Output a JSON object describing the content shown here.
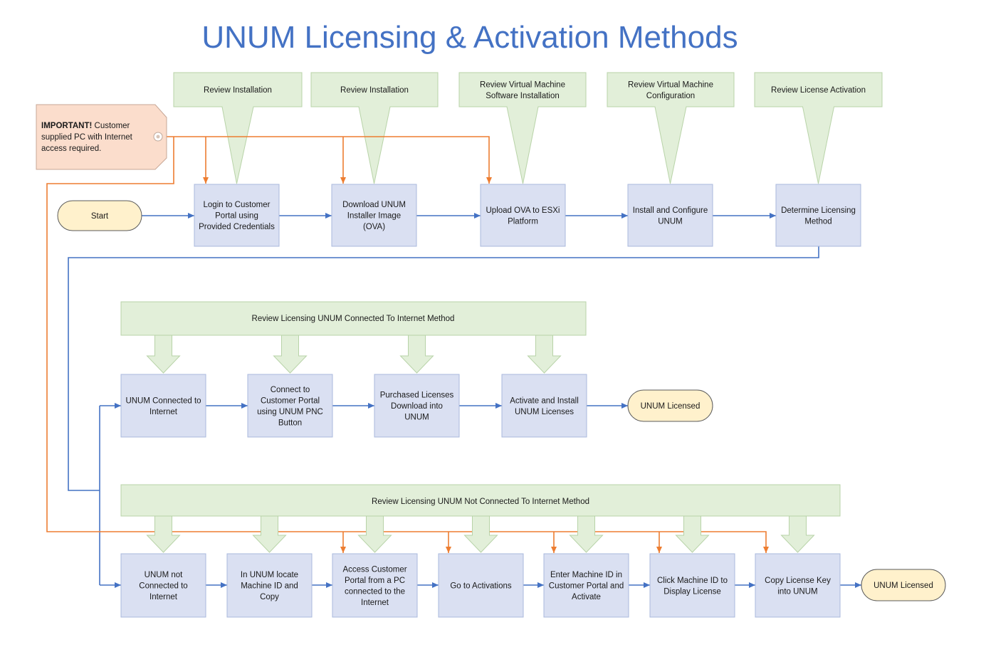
{
  "title": "UNUM Licensing & Activation Methods",
  "colors": {
    "process_fill": "#DAE0F2",
    "process_stroke": "#A9B8DC",
    "terminal_fill": "#FFF1CC",
    "terminal_stroke": "#5B5B5B",
    "callout_fill": "#E2EFD9",
    "callout_stroke": "#B8D3A8",
    "note_fill": "#FBDDCC",
    "note_stroke": "#C7A796",
    "blue_line": "#4472C4",
    "orange_line": "#ED7D31",
    "title": "#4472C4"
  },
  "note": {
    "bold": "IMPORTANT!",
    "lines": [
      " Customer",
      "supplied PC with Internet",
      "access required."
    ]
  },
  "row1": {
    "start": "Start",
    "callouts": [
      [
        "Review Installation"
      ],
      [
        "Review Installation"
      ],
      [
        "Review Virtual Machine",
        "Software Installation"
      ],
      [
        "Review Virtual Machine",
        "Configuration"
      ],
      [
        "Review License Activation"
      ]
    ],
    "steps": [
      [
        "Login to Customer",
        "Portal using",
        "Provided Credentials"
      ],
      [
        "Download UNUM",
        "Installer Image",
        "(OVA)"
      ],
      [
        "Upload OVA to ESXi",
        "Platform"
      ],
      [
        "Install and Configure",
        "UNUM"
      ],
      [
        "Determine Licensing",
        "Method"
      ]
    ]
  },
  "row2": {
    "banner": "Review Licensing UNUM Connected To Internet Method",
    "steps": [
      [
        "UNUM Connected to",
        "Internet"
      ],
      [
        "Connect to",
        "Customer Portal",
        "using UNUM PNC",
        "Button"
      ],
      [
        "Purchased Licenses",
        "Download into",
        "UNUM"
      ],
      [
        "Activate and Install",
        "UNUM Licenses"
      ]
    ],
    "end": "UNUM Licensed"
  },
  "row3": {
    "banner": "Review Licensing UNUM Not Connected To Internet Method",
    "steps": [
      [
        "UNUM not",
        "Connected to",
        "Internet"
      ],
      [
        "In UNUM locate",
        "Machine ID and",
        "Copy"
      ],
      [
        "Access Customer",
        "Portal from a PC",
        "connected to the",
        "Internet"
      ],
      [
        "Go to Activations"
      ],
      [
        "Enter Machine ID in",
        "Customer Portal and",
        "Activate"
      ],
      [
        "Click Machine ID to",
        "Display License"
      ],
      [
        "Copy License Key",
        "into UNUM"
      ]
    ],
    "end": "UNUM Licensed"
  }
}
